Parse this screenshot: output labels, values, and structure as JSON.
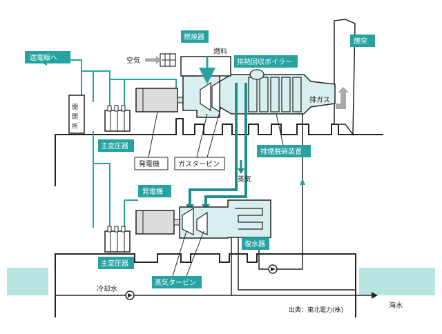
{
  "labels": {
    "transmission": "送電線へ",
    "switchyard": "開閉所",
    "main_transformer_top": "主変圧器",
    "generator_top": "発電機",
    "gas_turbine": "ガスタービン",
    "combustor": "燃焼器",
    "fuel": "燃料",
    "air": "空気",
    "hrsg": "排熱回収ボイラー",
    "stack": "煙突",
    "exhaust_gas": "排ガス",
    "denox": "排煙脱硝装置",
    "steam": "蒸気",
    "generator_bottom": "発電機",
    "main_transformer_bottom": "主変圧器",
    "steam_turbine": "蒸気タービン",
    "condenser": "復水器",
    "cooling_water": "冷却水",
    "seawater": "海水",
    "source": "出典：東北電力(株)"
  },
  "colors": {
    "teal": "#26a3a0",
    "teal_dark": "#1f8e8b",
    "teal_light": "#d7efee",
    "sea": "#b6e4e1",
    "outline": "#222222",
    "arrow_gray": "#a9a9a9"
  },
  "icons": {
    "pump": "pump-icon",
    "arrow": "flow-arrow-icon"
  }
}
